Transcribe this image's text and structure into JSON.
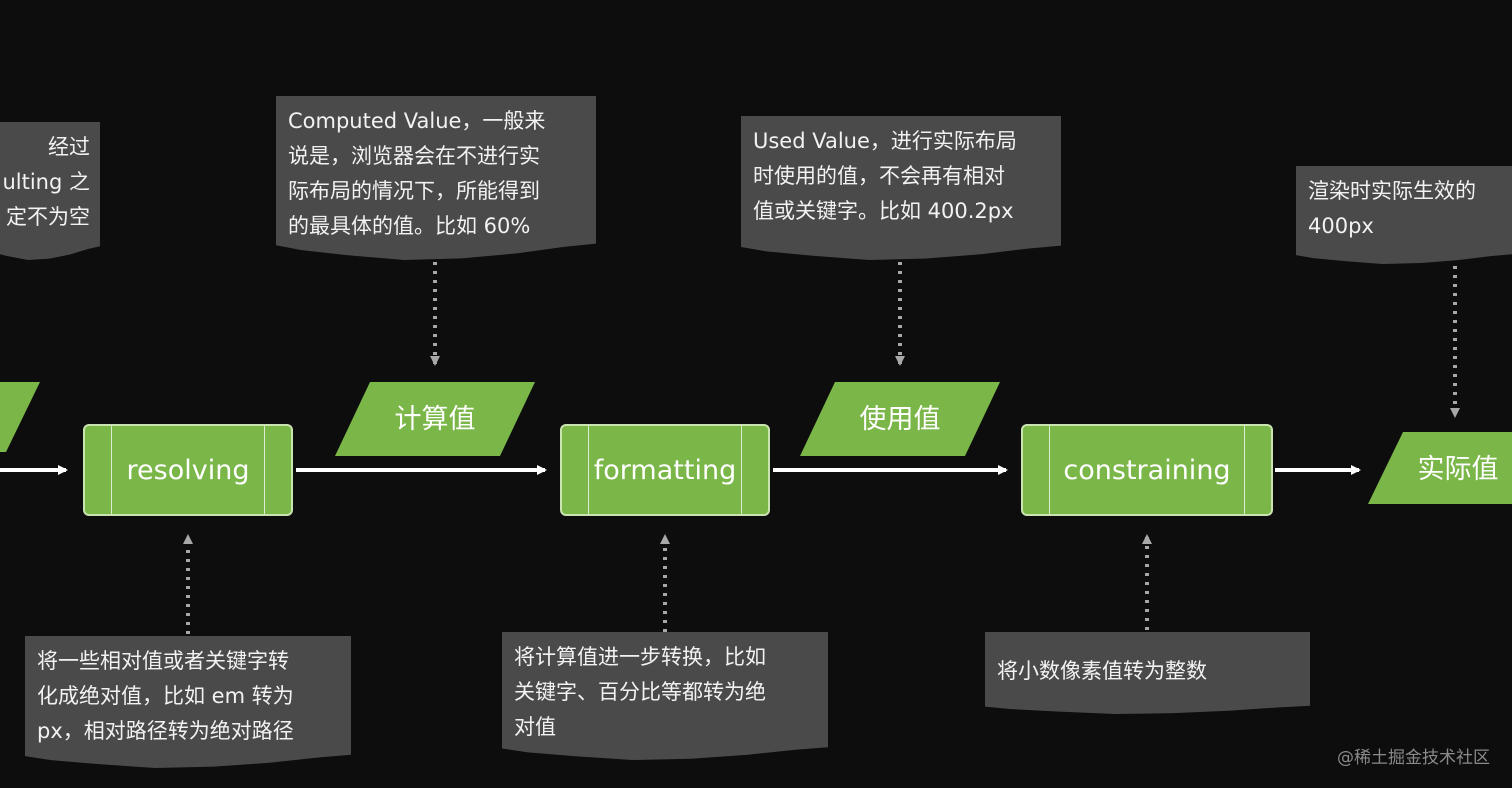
{
  "processes": [
    {
      "id": "resolving",
      "label": "resolving"
    },
    {
      "id": "formatting",
      "label": "formatting"
    },
    {
      "id": "constraining",
      "label": "constraining"
    }
  ],
  "values": [
    {
      "id": "computed",
      "label": "计算值"
    },
    {
      "id": "used",
      "label": "使用值"
    },
    {
      "id": "actual",
      "label": "实际值"
    }
  ],
  "notes": {
    "top_partial": [
      "经过",
      "ulting 之",
      "定不为空"
    ],
    "computed": [
      "Computed Value，一般来",
      "说是，浏览器会在不进行实",
      "际布局的情况下，所能得到",
      "的最具体的值。比如 60%"
    ],
    "used": [
      "Used Value，进行实际布局",
      "时使用的值，不会再有相对",
      "值或关键字。比如 400.2px"
    ],
    "actual": [
      "渲染时实际生效的",
      "400px"
    ],
    "resolving": [
      "将一些相对值或者关键字转",
      "化成绝对值，比如 em 转为",
      "px，相对路径转为绝对路径"
    ],
    "formatting": [
      "将计算值进一步转换，比如",
      "关键字、百分比等都转为绝",
      "对值"
    ],
    "constraining": [
      "将小数像素值转为整数"
    ]
  },
  "watermark": "@稀土掘金技术社区",
  "colors": {
    "background": "#0d0d0d",
    "process_fill": "#7ab648",
    "process_border": "#c9e4b1",
    "note_fill": "#4a4a4a",
    "arrow": "#ffffff",
    "dotted_connector": "#a8a8a8"
  }
}
